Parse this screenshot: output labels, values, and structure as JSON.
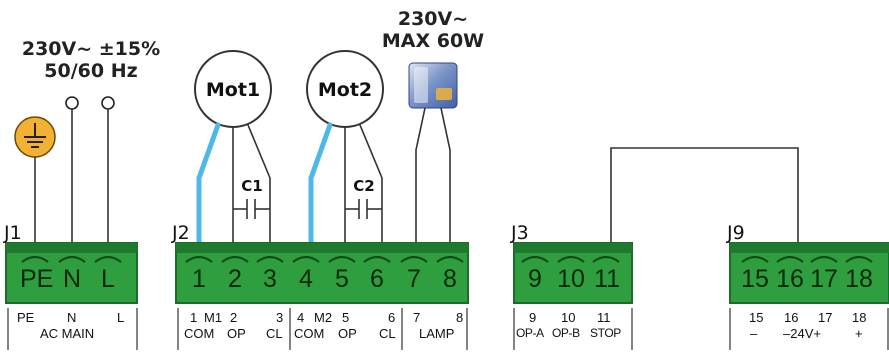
{
  "supply": {
    "line1": "230V~ ±15%",
    "line2": "50/60 Hz"
  },
  "lamp_rating": {
    "line1": "230V~",
    "line2": "MAX 60W"
  },
  "motors": [
    "Mot1",
    "Mot2"
  ],
  "capacitors": [
    "C1",
    "C2"
  ],
  "blocks": {
    "j1": {
      "label": "J1",
      "terminals": [
        "PE",
        "N",
        "L"
      ],
      "captions": {
        "pe": "PE",
        "n": "N",
        "l": "L",
        "group": "AC MAIN"
      }
    },
    "j2": {
      "label": "J2",
      "terminals": [
        "1",
        "2",
        "3",
        "4",
        "5",
        "6",
        "7",
        "8"
      ],
      "captions": {
        "t1": "1",
        "m1": "M1",
        "t2": "2",
        "t3": "3",
        "t4": "4",
        "m2": "M2",
        "t5": "5",
        "t6": "6",
        "t7": "7",
        "t8": "8",
        "com1": "COM",
        "op1": "OP",
        "cl1": "CL",
        "com2": "COM",
        "op2": "OP",
        "cl2": "CL",
        "lamp": "LAMP"
      }
    },
    "j3": {
      "label": "J3",
      "terminals": [
        "9",
        "10",
        "11"
      ],
      "captions": {
        "t9": "9",
        "t10": "10",
        "t11": "11",
        "opa": "OP-A",
        "opb": "OP-B",
        "stop": "STOP"
      }
    },
    "j9": {
      "label": "J9",
      "terminals": [
        "15",
        "16",
        "17",
        "18"
      ],
      "captions": {
        "t15": "15",
        "t16": "16",
        "t17": "17",
        "t18": "18",
        "minus": "–",
        "v24": "–24V+",
        "plus": "+"
      }
    }
  },
  "colors": {
    "terminal_green": "#2f9e3f",
    "terminal_dark": "#1c6b29",
    "wire_blue": "#4fb8e8",
    "ground_yellow": "#f2b134"
  }
}
